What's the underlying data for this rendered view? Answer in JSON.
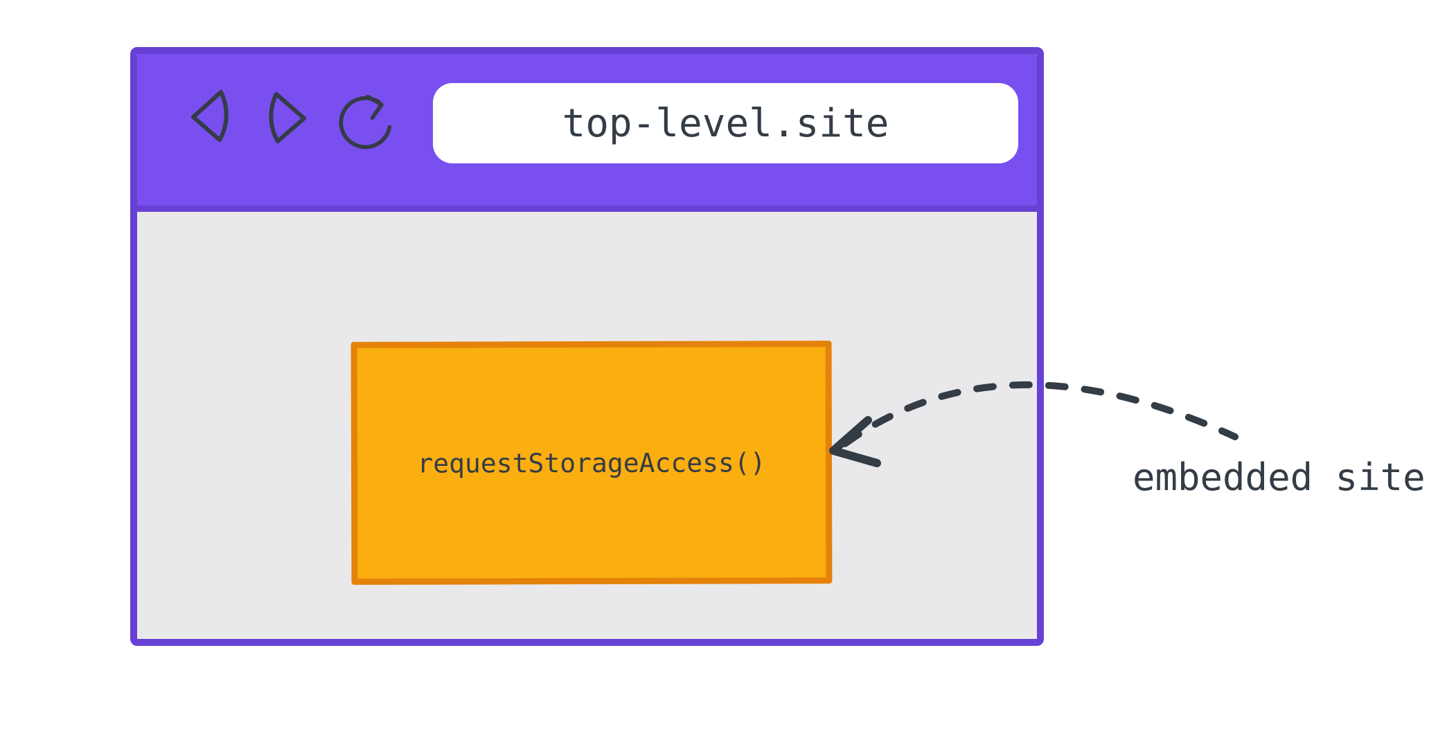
{
  "theme": {
    "page_bg": "#FFFFFF",
    "window_border": "#6741D4",
    "toolbar_bg": "#7A4FF0",
    "address_bar_bg": "#FFFFFF",
    "viewport_bg": "#E9E9EB",
    "iframe_bg": "#FAAE10",
    "iframe_border": "#E5820A",
    "ink": "#343C46"
  },
  "browser_window": {
    "address_bar": {
      "url": "top-level.site"
    },
    "toolbar_icons": [
      "back",
      "forward",
      "reload"
    ]
  },
  "embedded_frame": {
    "label": "requestStorageAccess()"
  },
  "annotation": {
    "label": "embedded site",
    "arrow_style": "dashed-curved-arrow"
  }
}
